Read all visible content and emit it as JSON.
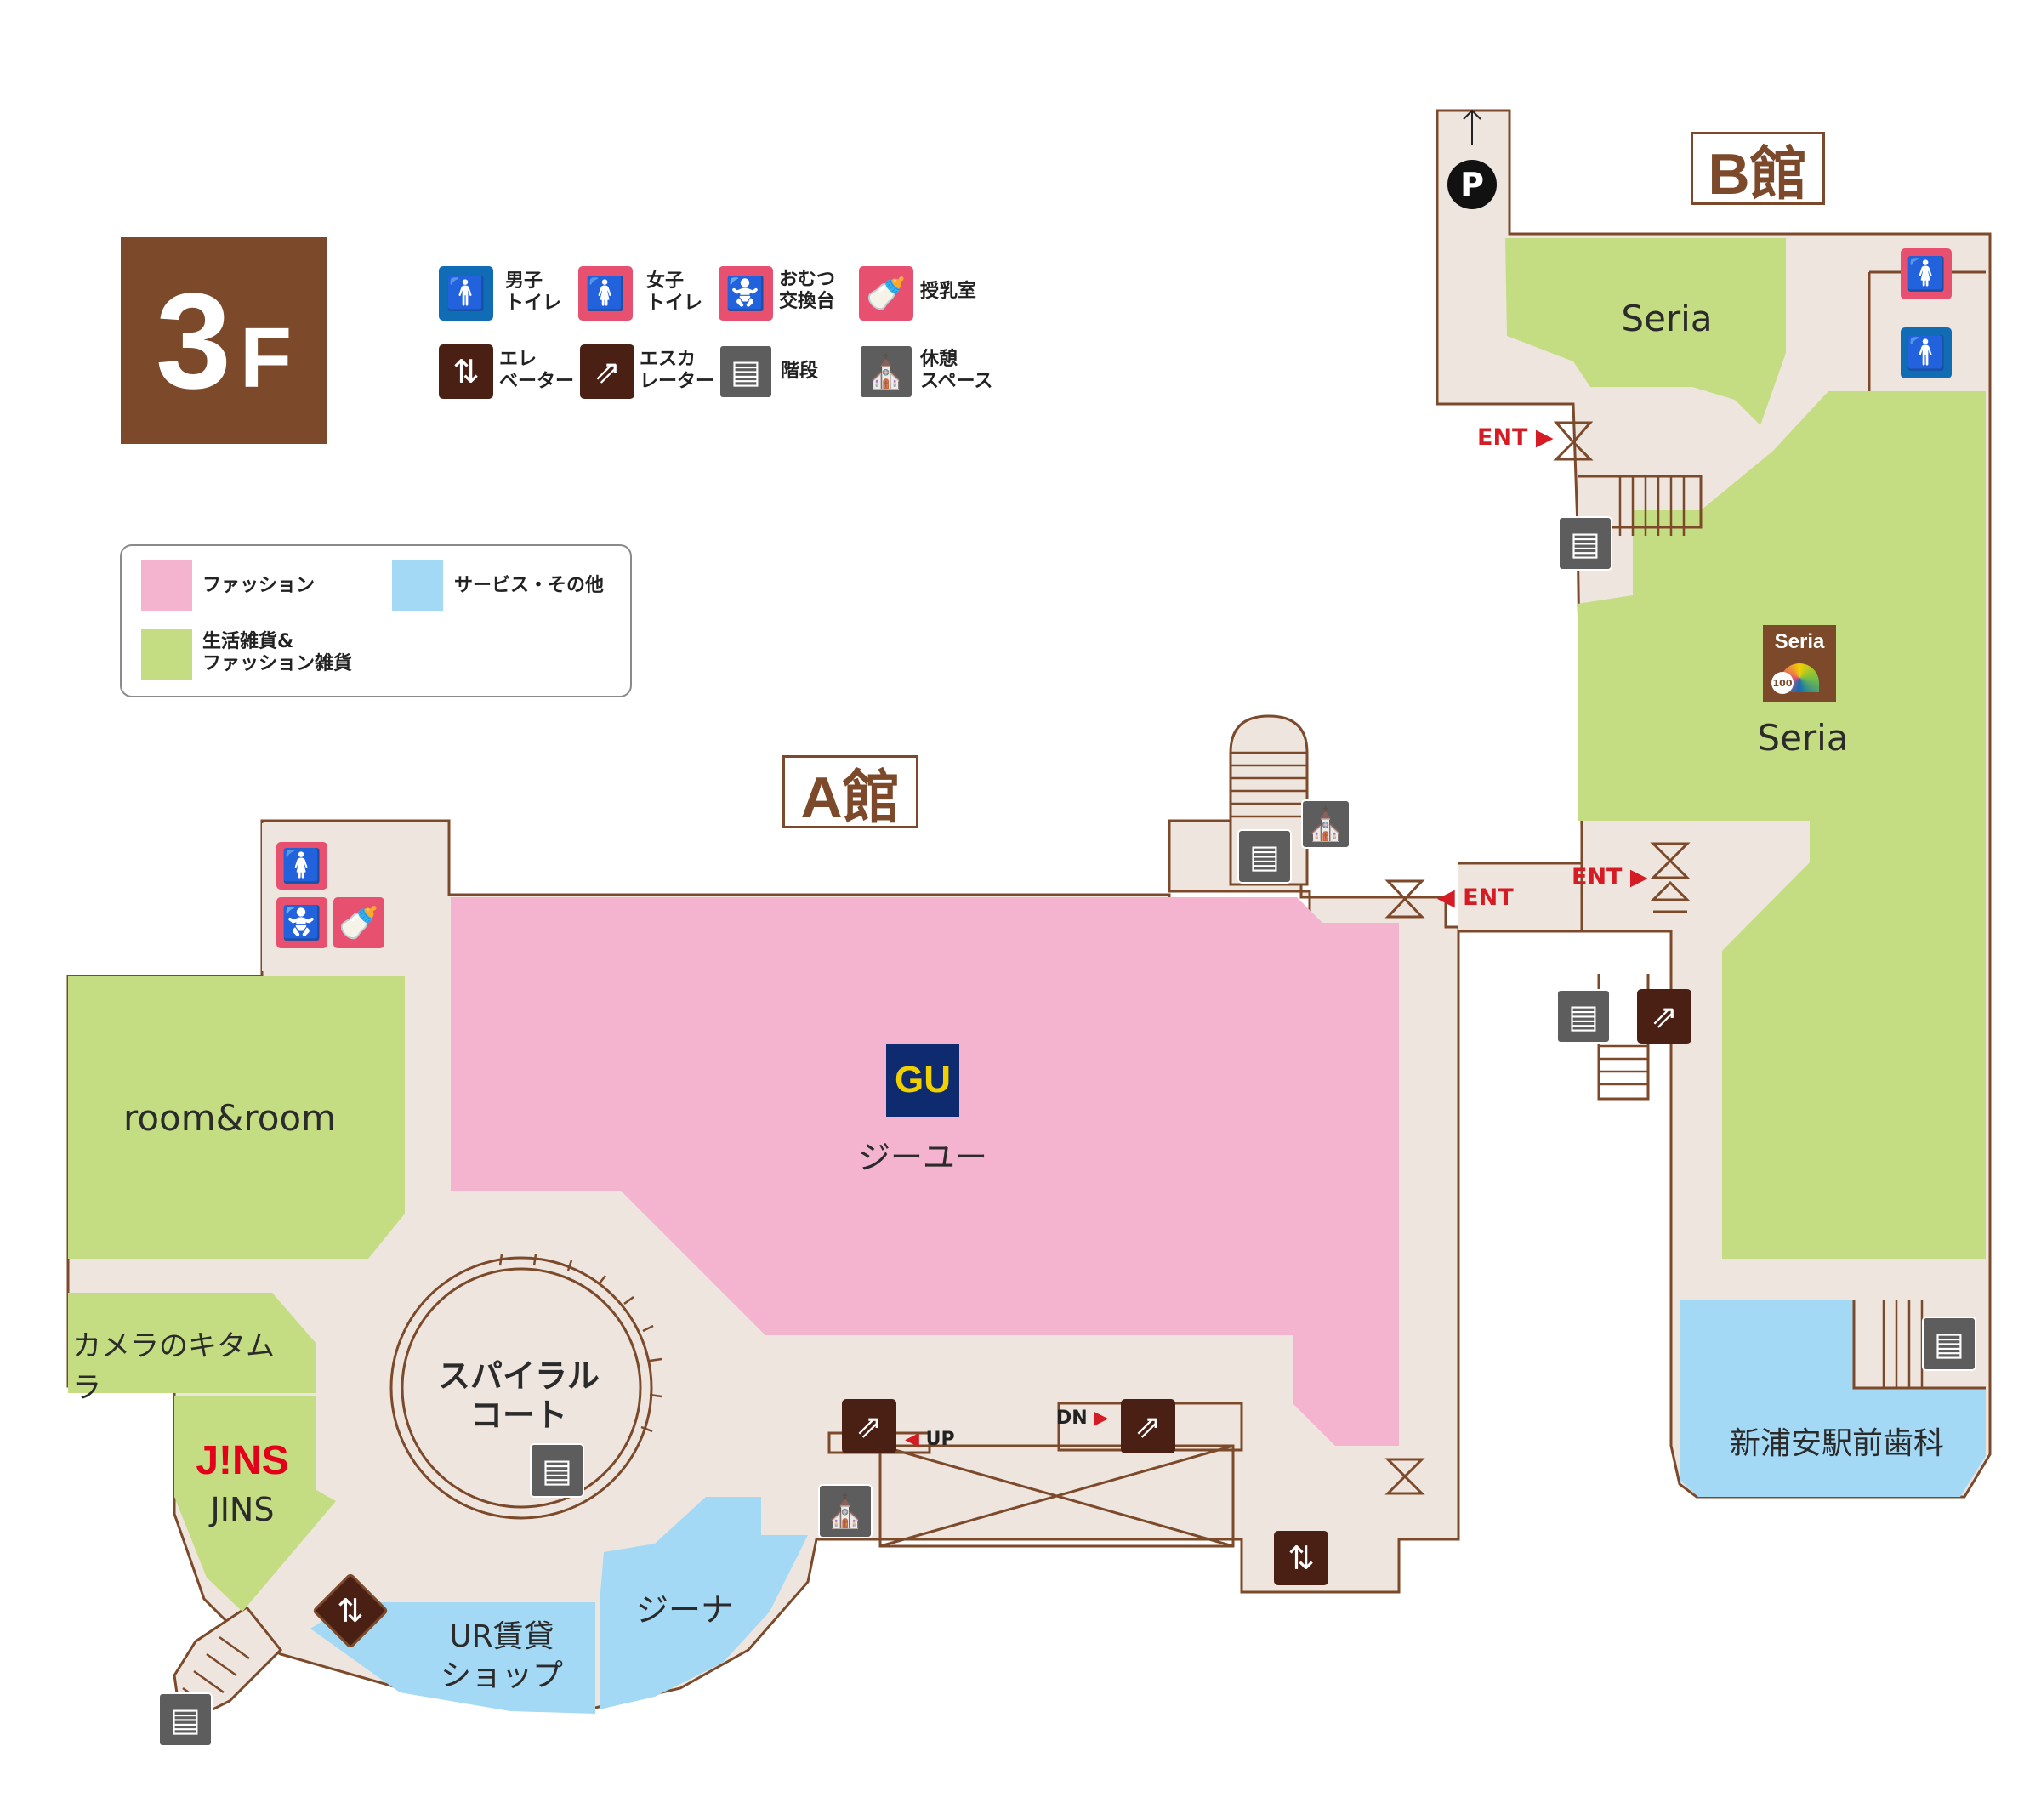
{
  "floor": {
    "number": "3",
    "suffix": "F"
  },
  "buildings": {
    "a": "A館",
    "b": "B館"
  },
  "legend_icons": [
    {
      "id": "mens-toilet",
      "icon": "male-icon",
      "color": "#0f6cb5",
      "lines": [
        "男子",
        "トイレ"
      ]
    },
    {
      "id": "womens-toilet",
      "icon": "female-icon",
      "color": "#e8506f",
      "lines": [
        "女子",
        "トイレ"
      ]
    },
    {
      "id": "diaper",
      "icon": "diaper-changing-icon",
      "color": "#e8506f",
      "lines": [
        "おむつ",
        "交換台"
      ]
    },
    {
      "id": "nursing",
      "icon": "baby-bottle-icon",
      "color": "#e8506f",
      "lines": [
        "授乳室"
      ]
    },
    {
      "id": "elevator",
      "icon": "elevator-icon",
      "color": "#4a1f14",
      "lines": [
        "エレ",
        "ベーター"
      ]
    },
    {
      "id": "escalator",
      "icon": "escalator-icon",
      "color": "#4a1f14",
      "lines": [
        "エスカ",
        "レーター"
      ]
    },
    {
      "id": "stairs",
      "icon": "stairs-icon",
      "color": "#5d5d5d",
      "lines": [
        "階段"
      ]
    },
    {
      "id": "rest",
      "icon": "rest-area-icon",
      "color": "#5d5d5d",
      "lines": [
        "休憩",
        "スペース"
      ]
    }
  ],
  "category_legend": [
    {
      "id": "fashion",
      "color": "#f4b4cf",
      "lines": [
        "ファッション"
      ]
    },
    {
      "id": "service",
      "color": "#a3d9f5",
      "lines": [
        "サービス・その他"
      ]
    },
    {
      "id": "goods",
      "color": "#c5dd82",
      "lines": [
        "生活雑貨&",
        "ファッション雑貨"
      ]
    }
  ],
  "shops": {
    "gu": {
      "logo": "GU",
      "name": "ジーユー"
    },
    "room": {
      "name": "room&room"
    },
    "kitamura": {
      "name": "カメラのキタムラ"
    },
    "jins": {
      "logo": "J!NS",
      "name": "JINS"
    },
    "spiral": {
      "lines": [
        "スパイラル",
        "コート"
      ]
    },
    "ur": {
      "lines": [
        "UR賃貸",
        "ショップ"
      ]
    },
    "zina": {
      "name": "ジーナ"
    },
    "seria_top": {
      "name": "Seria"
    },
    "seria_main": {
      "logo": "Seria",
      "logo_badge": "100",
      "name": "Seria"
    },
    "dental": {
      "name": "新浦安駅前歯科"
    }
  },
  "markers": {
    "ent": "ENT",
    "up": "UP",
    "dn": "DN",
    "parking": "P"
  },
  "colors": {
    "floor": "#ede5de",
    "wall": "#7c4a2b",
    "fashion": "#f4b4cf",
    "goods": "#c5dd82",
    "service": "#a3d9f5",
    "ent": "#d51c24"
  }
}
